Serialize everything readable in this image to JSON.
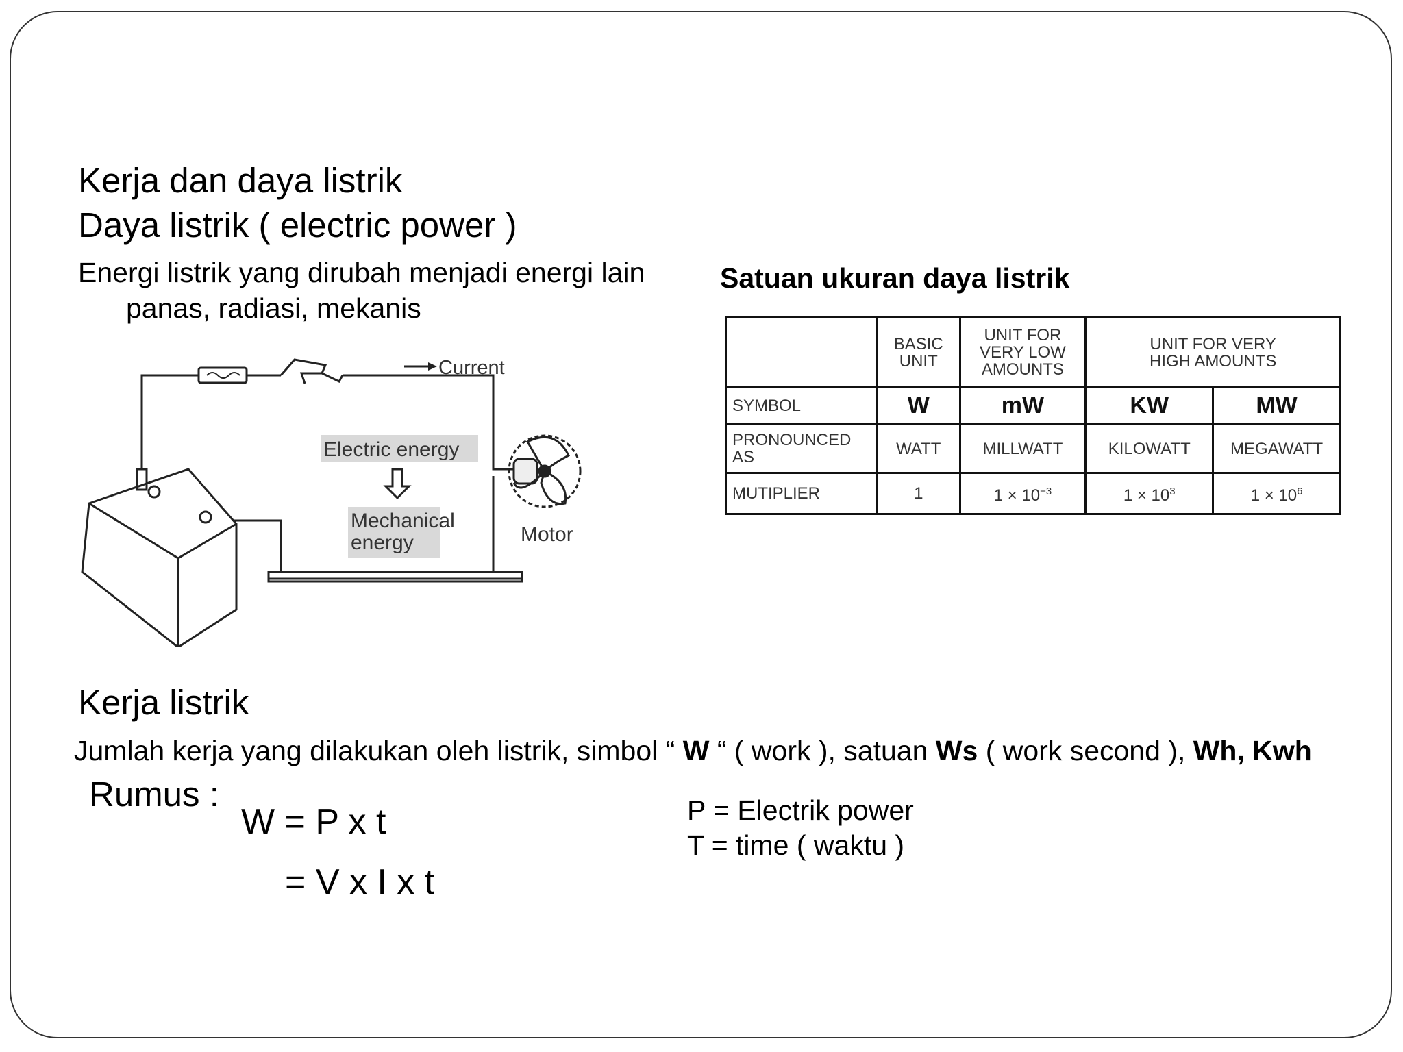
{
  "slide": {
    "title_line1": "Kerja dan daya listrik",
    "title_line2": "Daya listrik ( electric power )",
    "desc_line1": "Energi listrik yang dirubah menjadi energi lain",
    "desc_line2": "panas, radiasi, mekanis",
    "table_title": "Satuan ukuran daya listrik"
  },
  "diagram": {
    "current_label": "Current",
    "energy_label1": "Electric energy",
    "energy_label2": "Mechanical",
    "energy_label3": "energy",
    "motor_label": "Motor"
  },
  "units_table": {
    "headers": {
      "basic_l1": "BASIC",
      "basic_l2": "UNIT",
      "low_l1": "UNIT FOR",
      "low_l2": "VERY LOW",
      "low_l3": "AMOUNTS",
      "high_l1": "UNIT FOR VERY",
      "high_l2": "HIGH AMOUNTS"
    },
    "rows": {
      "symbol": {
        "label": "SYMBOL",
        "basic": "W",
        "low": "mW",
        "kilo": "KW",
        "mega": "MW"
      },
      "pronounced": {
        "label_l1": "PRONOUNCED",
        "label_l2": "AS",
        "basic": "WATT",
        "low": "MILLWATT",
        "kilo": "KILOWATT",
        "mega": "MEGAWATT"
      },
      "multiplier": {
        "label": "MUTIPLIER",
        "basic": "1",
        "low_base": "1 × 10",
        "low_exp": "−3",
        "kilo_base": "1 × 10",
        "kilo_exp": "3",
        "mega_base": "1 × 10",
        "mega_exp": "6"
      }
    }
  },
  "work": {
    "heading": "Kerja listrik",
    "sentence": {
      "p1": "Jumlah kerja yang dilakukan oleh listrik, simbol “ ",
      "b1": "W",
      "p2": " “ ( work ), satuan ",
      "b2": "Ws",
      "p3": " ( work second ), ",
      "b3": "Wh, Kwh"
    },
    "rumus_label": "Rumus :",
    "formula1": "W = P x t",
    "formula2": "= V x I x t",
    "legend1": "P = Electrik power",
    "legend2": "T = time ( waktu )"
  }
}
